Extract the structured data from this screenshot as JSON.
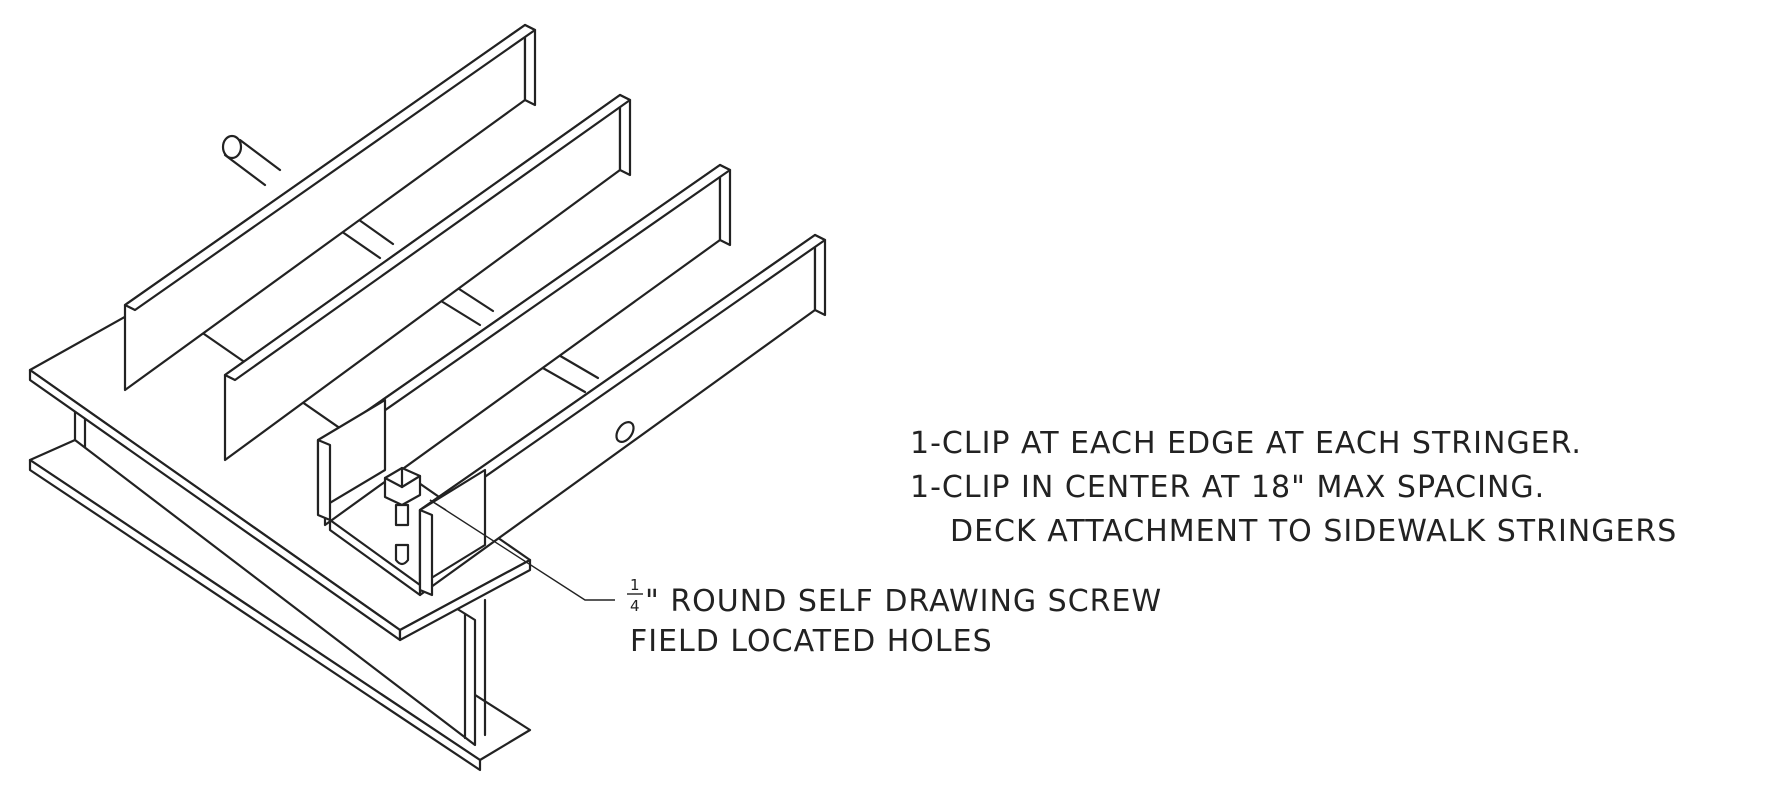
{
  "notes": {
    "line1": "1-CLIP AT EACH EDGE AT EACH STRINGER.",
    "line2": "1-CLIP IN CENTER AT 18\" MAX SPACING.",
    "line3": "DECK ATTACHMENT TO SIDEWALK STRINGERS"
  },
  "callout": {
    "fraction_numerator": "1",
    "fraction_denominator": "4",
    "line1_rest": "\" ROUND SELF DRAWING SCREW",
    "line2": "FIELD LOCATED HOLES"
  },
  "colors": {
    "ink": "#222222",
    "paper": "#ffffff"
  }
}
